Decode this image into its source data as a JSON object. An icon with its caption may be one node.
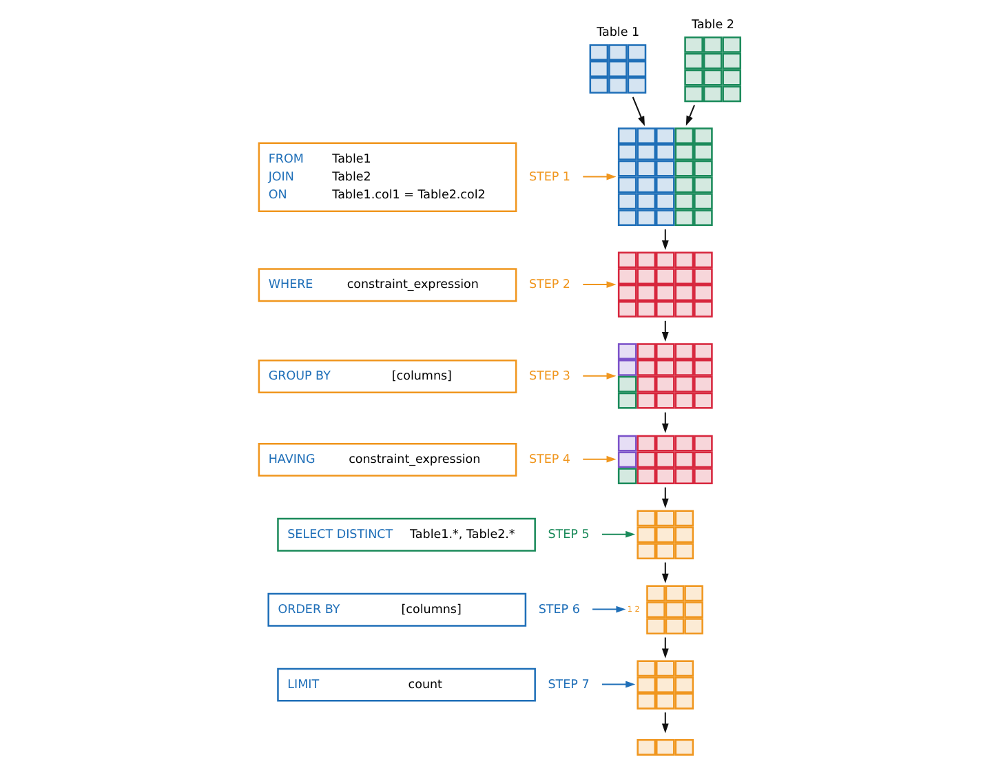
{
  "diagram": {
    "nodes": [
      {
        "text": [
          "Table 1"
        ]
      },
      {
        "text": [
          "Table 2"
        ]
      },
      {
        "text": [],
        "shape": "picture"
      },
      {
        "text": [],
        "shape": "picture"
      },
      {
        "text": [],
        "shape": "picture"
      },
      {
        "text": [],
        "shape": "picture"
      },
      {
        "text": [],
        "shape": "picture"
      },
      {
        "text": [],
        "shape": "picture",
        "beside": [
          "1 2"
        ]
      },
      {
        "text": [],
        "shape": "picture"
      },
      {
        "text": [],
        "shape": "picture"
      },
      {
        "text": [
          "SELECT DISTINCT",
          "Table1.*, Table2.*"
        ],
        "beside": [
          "STEP 5"
        ]
      },
      {
        "text": [
          "FROM",
          "Table1",
          "JOIN",
          "Table2",
          "ON",
          "Table1.col1 = Table2.col2"
        ],
        "beside": [
          "STEP 1"
        ]
      },
      {
        "text": [
          "WHERE",
          "constraint_expression"
        ],
        "beside": [
          "STEP 2"
        ]
      },
      {
        "text": [
          "GROUP BY",
          "[columns]"
        ],
        "beside": [
          "STEP 3"
        ]
      },
      {
        "text": [
          "HAVING",
          "constraint_expression"
        ],
        "beside": [
          "STEP 4"
        ]
      },
      {
        "text": [
          "ORDER BY",
          "[columns]"
        ],
        "beside": [
          "STEP 6"
        ]
      },
      {
        "text": [
          "LIMIT",
          "count"
        ],
        "beside": [
          "STEP 7"
        ]
      }
    ],
    "edges": [
      {
        "from": 0,
        "to": 2,
        "arrow": "to"
      },
      {
        "from": 1,
        "to": 2,
        "arrow": "to"
      },
      {
        "from": 2,
        "to": 3,
        "arrow": "to"
      },
      {
        "from": 3,
        "to": 4,
        "arrow": "to"
      },
      {
        "from": 4,
        "to": 5,
        "arrow": "to"
      },
      {
        "from": 5,
        "to": 6,
        "arrow": "to"
      },
      {
        "from": 6,
        "to": 7,
        "arrow": "to"
      },
      {
        "from": 7,
        "to": 8,
        "arrow": "to"
      },
      {
        "from": 8,
        "to": 9,
        "arrow": "to"
      },
      {
        "from": 11,
        "to": 2,
        "arrow": "to",
        "color": "#f0961e"
      },
      {
        "from": 12,
        "to": 3,
        "arrow": "to",
        "color": "#f0961e"
      },
      {
        "from": 13,
        "to": 4,
        "arrow": "to",
        "color": "#f0961e"
      },
      {
        "from": 14,
        "to": 5,
        "arrow": "to",
        "color": "#f0961e"
      },
      {
        "from": 10,
        "to": 6,
        "arrow": "to",
        "color": "#1a8a5a"
      },
      {
        "from": 15,
        "to": 7,
        "arrow": "to",
        "color": "#1f6fb8"
      },
      {
        "from": 16,
        "to": 8,
        "arrow": "to",
        "color": "#1f6fb8"
      }
    ]
  }
}
